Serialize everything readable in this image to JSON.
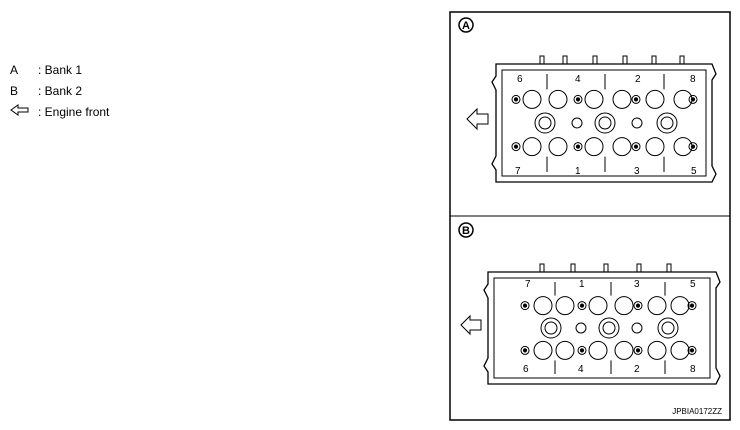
{
  "legend": [
    {
      "key": "A",
      "text": ": Bank 1"
    },
    {
      "key": "B",
      "text": ": Bank 2"
    },
    {
      "key": "",
      "icon": "arrow-left-icon",
      "text": ": Engine front"
    }
  ],
  "panels": [
    {
      "label": "A",
      "top_numbers": [
        "6",
        "4",
        "2",
        "8"
      ],
      "bottom_numbers": [
        "7",
        "1",
        "3",
        "5"
      ]
    },
    {
      "label": "B",
      "top_numbers": [
        "7",
        "1",
        "3",
        "5"
      ],
      "bottom_numbers": [
        "6",
        "4",
        "2",
        "8"
      ]
    }
  ],
  "figure_code": "JPBIA0172ZZ",
  "colors": {
    "line": "#000000",
    "background": "#ffffff"
  }
}
